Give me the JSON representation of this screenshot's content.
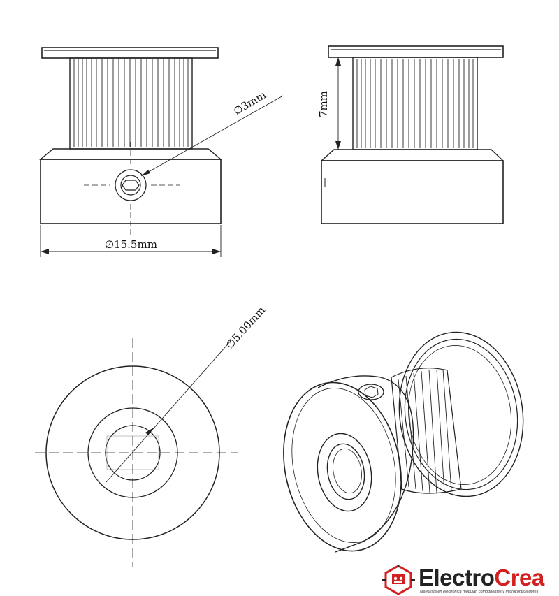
{
  "dimensions": {
    "hole_diameter": "∅3mm",
    "outer_diameter": "∅15.5mm",
    "height": "7mm",
    "bore_diameter": "∅5.00mm"
  },
  "logo": {
    "brand_part1": "Electro",
    "brand_part2": "Crea",
    "tagline": "Mayorista en electrónica modular, componentes y microcontroladores",
    "brand_color": "#d21f1f"
  }
}
